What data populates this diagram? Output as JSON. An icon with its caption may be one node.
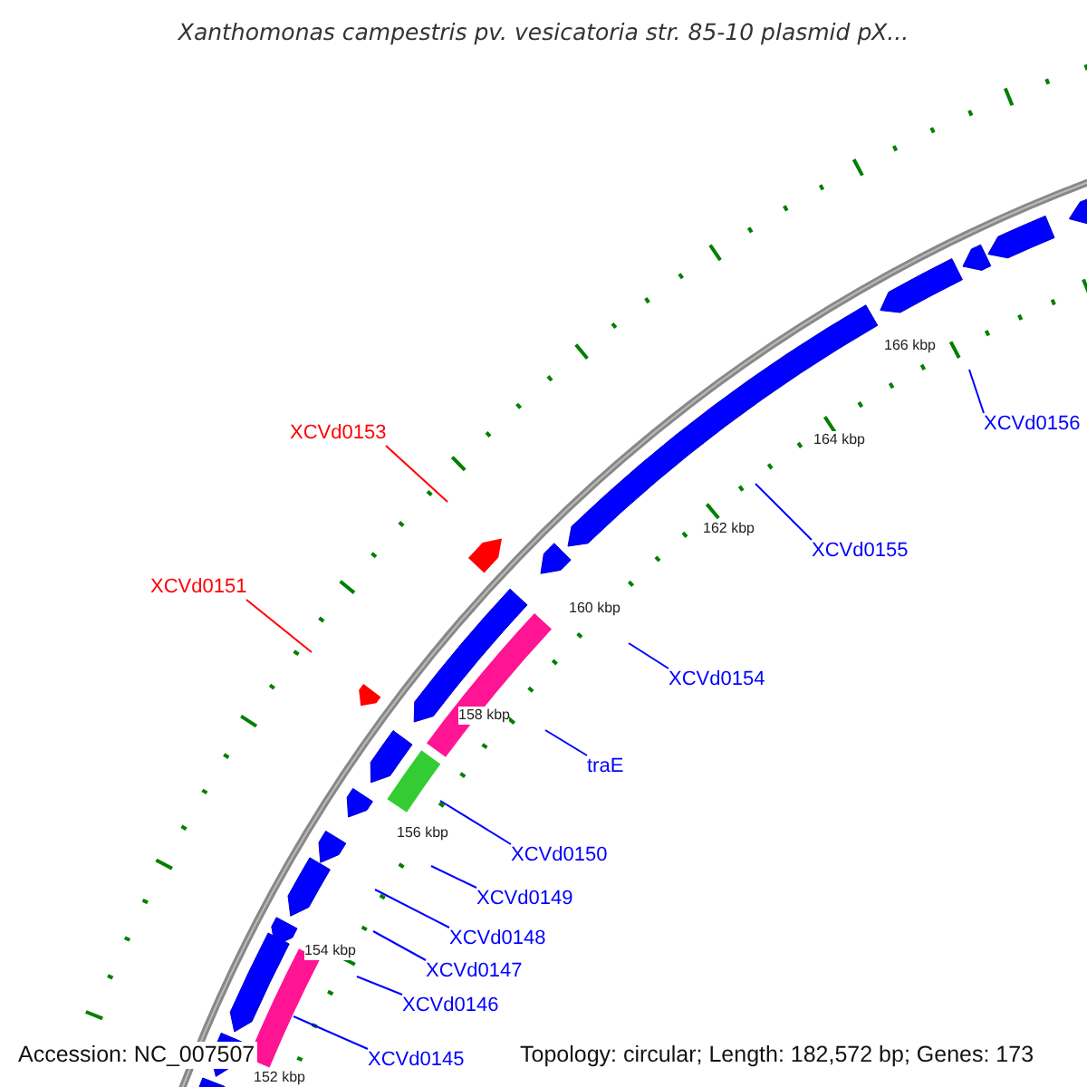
{
  "diagram": {
    "title": "Xanthomonas campestris pv. vesicatoria str. 85-10 plasmid pX...",
    "nodes": [
      {
        "text": [
          "XCVd0156"
        ]
      },
      {
        "text": [
          "XCVd0153"
        ]
      },
      {
        "text": [
          "XCVd0155"
        ]
      },
      {
        "text": [
          "XCVd0151"
        ]
      },
      {
        "text": [
          "XCVd0154"
        ]
      },
      {
        "text": [
          "traE"
        ]
      },
      {
        "text": [
          "XCVd0150"
        ]
      },
      {
        "text": [
          "XCVd0149"
        ]
      },
      {
        "text": [
          "XCVd0148"
        ]
      },
      {
        "text": [
          "XCVd0147"
        ]
      },
      {
        "text": [
          "XCVd0146"
        ]
      },
      {
        "text": [
          "XCVd0145"
        ]
      }
    ],
    "edges": [
      {
        "from": 0,
        "to": null,
        "arrow": "none"
      },
      {
        "from": 1,
        "to": null,
        "arrow": "none",
        "color": "#ff0000"
      },
      {
        "from": 2,
        "to": null,
        "arrow": "none"
      },
      {
        "from": 3,
        "to": null,
        "arrow": "none",
        "color": "#ff0000"
      },
      {
        "from": 4,
        "to": null,
        "arrow": "none"
      },
      {
        "from": 5,
        "to": null,
        "arrow": "none"
      },
      {
        "from": 6,
        "to": null,
        "arrow": "none"
      },
      {
        "from": 7,
        "to": null,
        "arrow": "none"
      },
      {
        "from": 8,
        "to": null,
        "arrow": "none"
      },
      {
        "from": 9,
        "to": null,
        "arrow": "none"
      },
      {
        "from": 10,
        "to": null,
        "arrow": "none"
      },
      {
        "from": 11,
        "to": null,
        "arrow": "none"
      }
    ],
    "labels": [
      "166 kbp",
      "164 kbp",
      "162 kbp",
      "160 kbp",
      "158 kbp",
      "156 kbp",
      "154 kbp",
      "Accession: NC_007507",
      "Topology: circular; Length: 182,572 bp; Genes: 173",
      "152 kbp"
    ]
  }
}
